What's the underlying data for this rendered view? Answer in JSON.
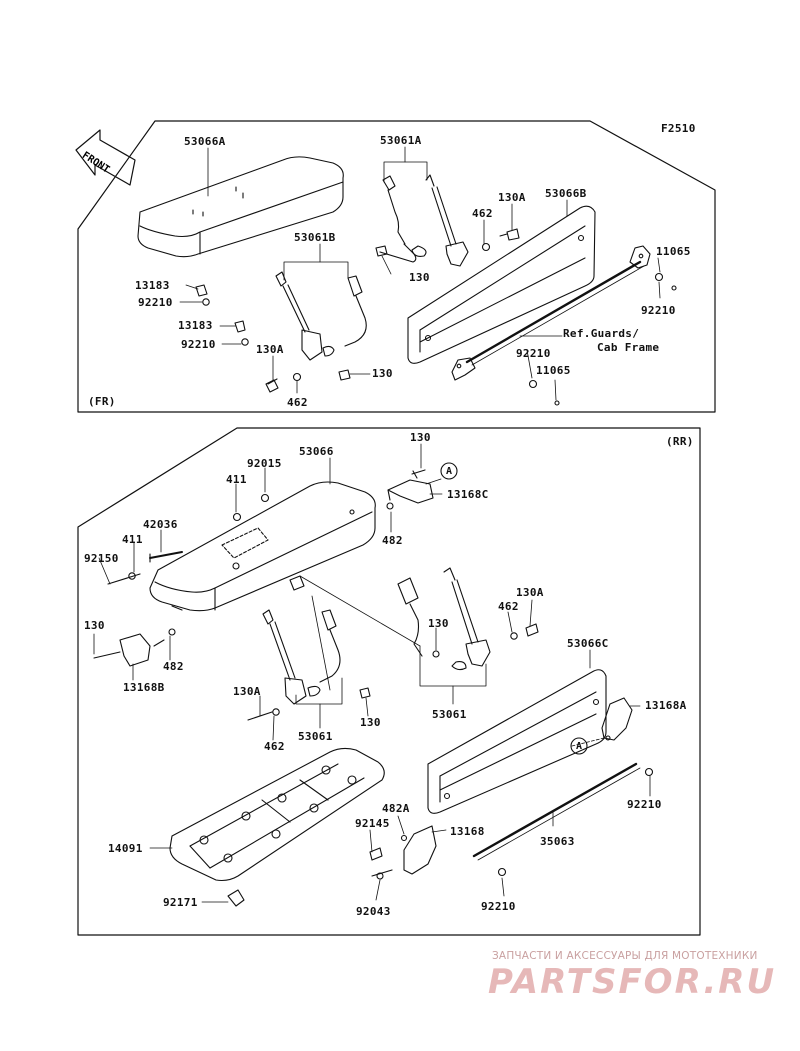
{
  "figure_code": "F2510",
  "front_label": "FRONT",
  "sections": {
    "fr": "(FR)",
    "rr": "(RR)"
  },
  "ref_note": {
    "line1": "Ref.Guards/",
    "line2": "Cab Frame"
  },
  "callout_a": "A",
  "watermark": {
    "caption": "ЗАПЧАСТИ И АКСЕССУАРЫ ДЛЯ МОТОТЕХНИКИ",
    "logo": "PARTSFOR.RU"
  },
  "parts": {
    "p53066A": "53066A",
    "p53061A": "53061A",
    "p130A_1": "130A",
    "p462_1": "462",
    "p53066B": "53066B",
    "p11065_1": "11065",
    "p13183_1": "13183",
    "p92210_1": "92210",
    "p53061B": "53061B",
    "p130_1": "130",
    "p92210_2": "92210",
    "p13183_2": "13183",
    "p92210_3": "92210",
    "p130A_2": "130A",
    "p130_2": "130",
    "p462_2": "462",
    "p92210_4": "92210",
    "p11065_2": "11065",
    "p130_3": "130",
    "p53066": "53066",
    "p92015": "92015",
    "p411_1": "411",
    "p13168C": "13168C",
    "p42036": "42036",
    "p411_2": "411",
    "p482_1": "482",
    "p92150": "92150",
    "p130_4": "130",
    "p130A_3": "130A",
    "p462_3": "462",
    "p130_5": "130",
    "p482_2": "482",
    "p13168B": "13168B",
    "p53066C": "53066C",
    "p13168A": "13168A",
    "p130A_4": "130A",
    "p462_4": "462",
    "p130_6": "130",
    "p53061_1": "53061",
    "p53061_2": "53061",
    "p92210_5": "92210",
    "p14091": "14091",
    "p482A": "482A",
    "p92145": "92145",
    "p13168": "13168",
    "p35063": "35063",
    "p92171": "92171",
    "p92043": "92043",
    "p92210_6": "92210"
  }
}
